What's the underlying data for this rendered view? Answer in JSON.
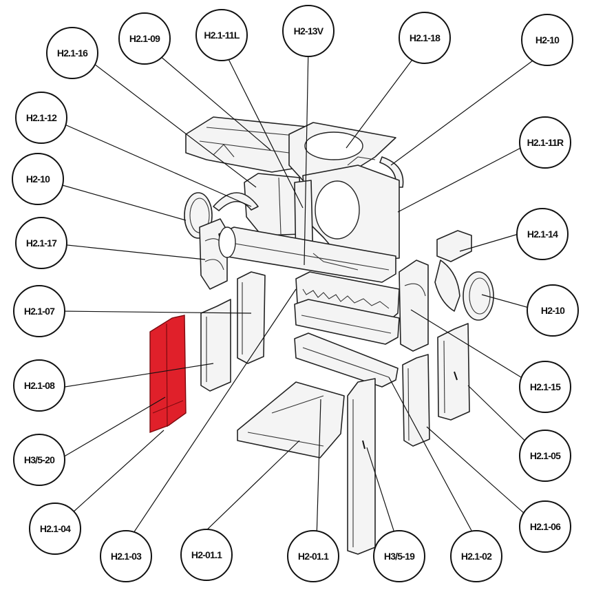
{
  "colors": {
    "highlight": "#e0202a",
    "ink": "#111111",
    "background": "#ffffff"
  },
  "highlighted_part": "H3/5-20",
  "labels": {
    "h21_16": "H2.1-16",
    "h21_09": "H2.1-09",
    "h21_11l": "H2.1-11L",
    "h2_13v": "H2-13V",
    "h21_18": "H2.1-18",
    "h2_10_tr": "H2-10",
    "h21_12": "H2.1-12",
    "h21_11r": "H2.1-11R",
    "h2_10_l": "H2-10",
    "h21_17": "H2.1-17",
    "h21_14": "H2.1-14",
    "h21_07": "H2.1-07",
    "h2_10_r": "H2-10",
    "h21_08": "H2.1-08",
    "h21_15": "H2.1-15",
    "h3_5_20": "H3/5-20",
    "h21_05": "H2.1-05",
    "h21_04": "H2.1-04",
    "h21_06": "H2.1-06",
    "h21_03": "H2.1-03",
    "h2_01_1a": "H2-01.1",
    "h2_01_1b": "H2-01.1",
    "h3_5_19": "H3/5-19",
    "h21_02": "H2.1-02"
  }
}
